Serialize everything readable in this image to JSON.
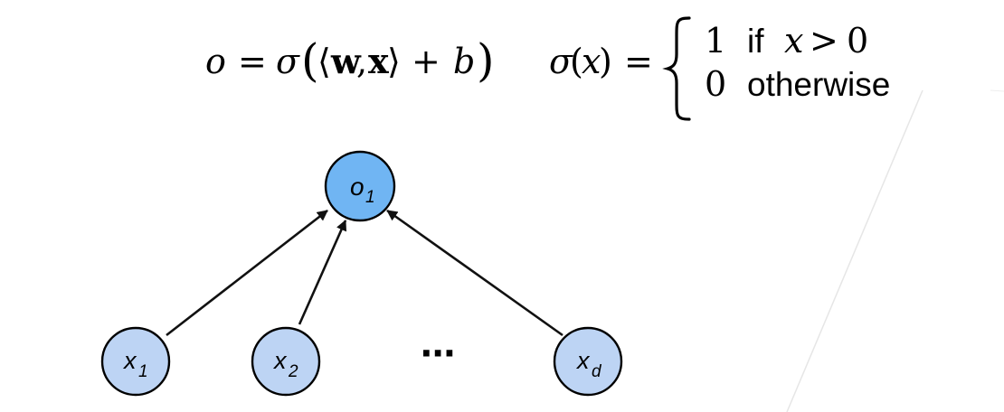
{
  "equation": {
    "lhs": "o",
    "sigma_sym": "σ",
    "lpar": "(",
    "rpar": ")",
    "langle": "⟨",
    "rangle": "⟩",
    "w": "w",
    "comma": ",",
    "x_vec": "x",
    "plus": "+",
    "b": "b",
    "equals": "=",
    "sigma_arg": "x",
    "case1_value": "1",
    "case1_if": "if",
    "case1_var": "x",
    "case1_gt": ">",
    "case1_zero": "0",
    "case2_value": "0",
    "case2_label": "otherwise"
  },
  "diagram": {
    "output_node": {
      "symbol": "o",
      "subscript": "1"
    },
    "input_nodes": [
      {
        "symbol": "x",
        "subscript": "1"
      },
      {
        "symbol": "x",
        "subscript": "2"
      },
      {
        "symbol": "x",
        "subscript": "d"
      }
    ],
    "ellipsis": "⋯"
  },
  "colors": {
    "output_fill": "#70b5f3",
    "input_fill": "#bdd4f4",
    "stroke": "#000000",
    "edge": "#111111",
    "decor_line": "#e6e6e6"
  }
}
